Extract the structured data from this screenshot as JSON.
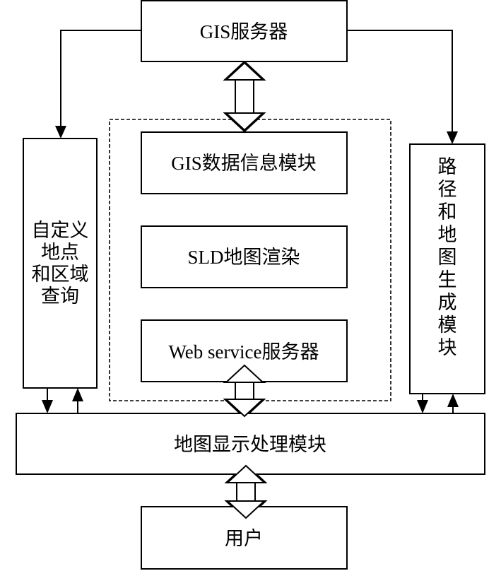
{
  "nodes": {
    "gis_server": "GIS服务器",
    "gis_data_module": "GIS数据信息模块",
    "sld_render": "SLD地图渲染",
    "web_service": "Web service服务器",
    "map_display": "地图显示处理模块",
    "user": "用户",
    "custom_query": [
      "自定义",
      "地点",
      "和区域",
      "查询"
    ],
    "route_module": [
      "路",
      "径",
      "和",
      "地",
      "图",
      "生",
      "成",
      "模",
      "块"
    ]
  }
}
